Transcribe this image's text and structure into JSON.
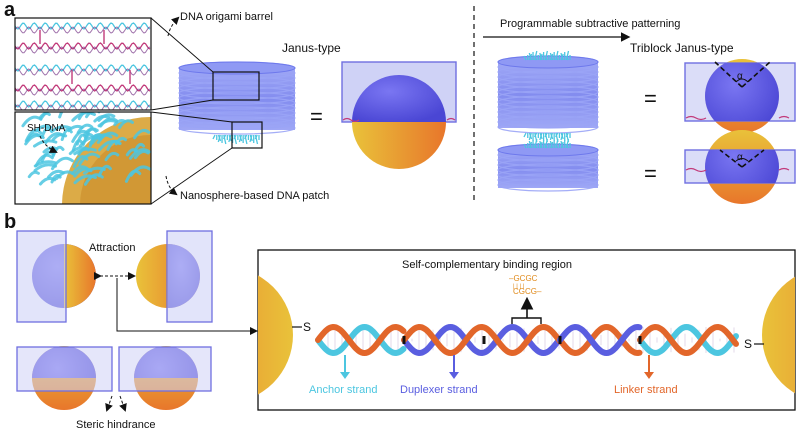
{
  "panel_a": {
    "letter": "a",
    "callout_top": "DNA origami barrel",
    "callout_bottom": "Nanosphere-based DNA patch",
    "inset_label": "SH-DNA",
    "janus_title": "Janus-type",
    "arrow_caption": "Programmable subtractive patterning",
    "triblock_title": "Triblock Janus-type",
    "equals": "=",
    "angle_symbol": "α"
  },
  "panel_b": {
    "letter": "b",
    "attraction": "Attraction",
    "steric": "Steric hindrance",
    "binding_region": "Self-complementary binding region",
    "seq_top": "–GCGC",
    "seq_mid": "| | | |",
    "seq_bottom": "CGCG–",
    "thiol_left": "S",
    "thiol_right": "S",
    "anchor": "Anchor strand",
    "duplexer": "Duplexer strand",
    "linker": "Linker strand"
  },
  "colors": {
    "barrel_blue": "#6f7cf0",
    "sphere_blue": "#5b57e0",
    "sphere_orange": "#e8762b",
    "sphere_yellow": "#e9c23a",
    "box_fill": "#cfd2f6",
    "box_stroke": "#6f6fe0",
    "dna_cyan": "#4cc6e0",
    "dna_blue": "#5a5ee0",
    "dna_orange": "#e2662a",
    "dna_magenta": "#c23a7a",
    "seq_orange": "#e08a1a"
  }
}
